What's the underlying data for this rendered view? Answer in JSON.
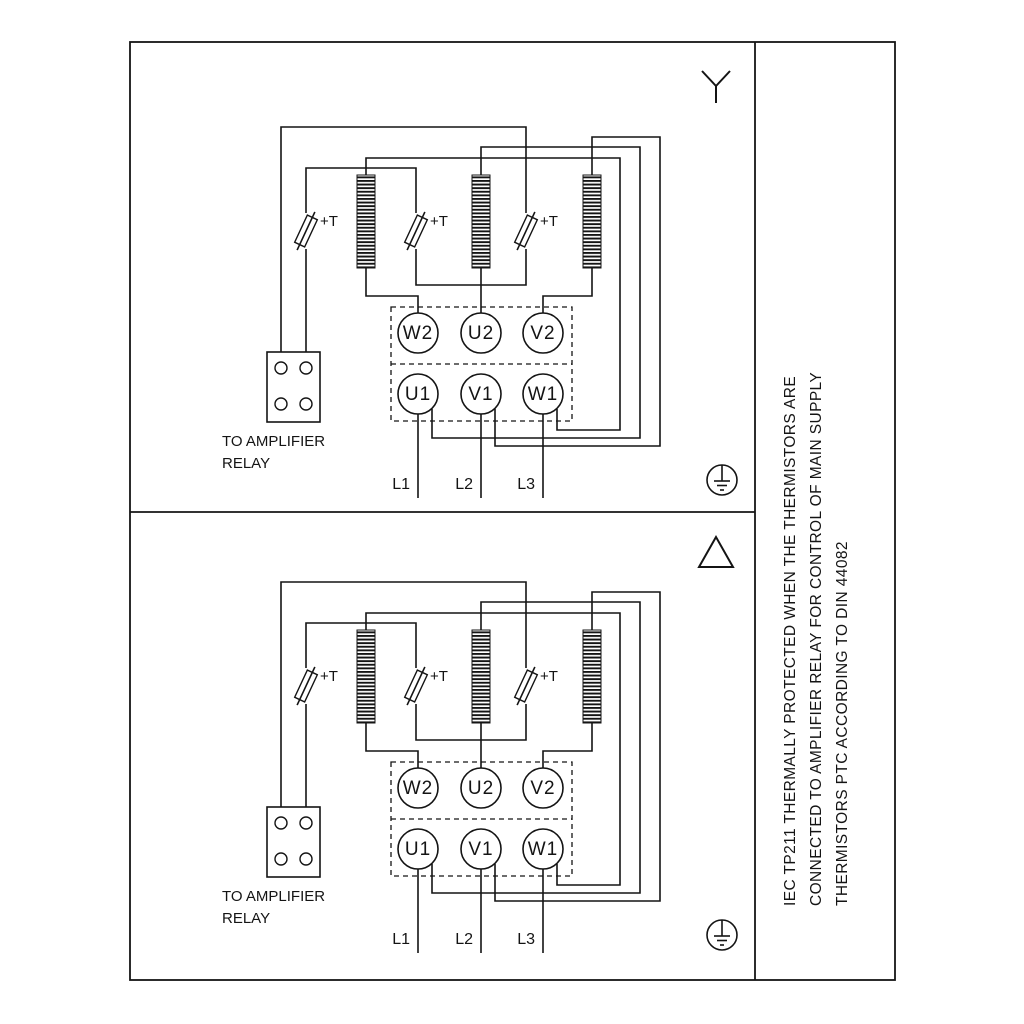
{
  "diagram": {
    "thermistor_label": "+T",
    "terminals_top_row": [
      "W2",
      "U2",
      "V2"
    ],
    "terminals_bottom_row": [
      "U1",
      "V1",
      "W1"
    ],
    "relay_caption": {
      "line1": "TO AMPLIFIER",
      "line2": "RELAY"
    },
    "supply_lines": [
      "L1",
      "L2",
      "L3"
    ],
    "panels": [
      {
        "connection": "star",
        "symbol": "star-icon"
      },
      {
        "connection": "delta",
        "symbol": "delta-icon"
      }
    ],
    "earth_symbol": "earth-icon"
  },
  "side_note": {
    "line1": "IEC TP211 THERMALLY PROTECTED WHEN THE THERMISTORS ARE",
    "line2": "CONNECTED TO AMPLIFIER RELAY FOR CONTROL OF MAIN SUPPLY",
    "line3": "THERMISTORS PTC ACCORDING TO DIN 44082"
  },
  "colors": {
    "line": "#141414",
    "background": "#ffffff"
  }
}
